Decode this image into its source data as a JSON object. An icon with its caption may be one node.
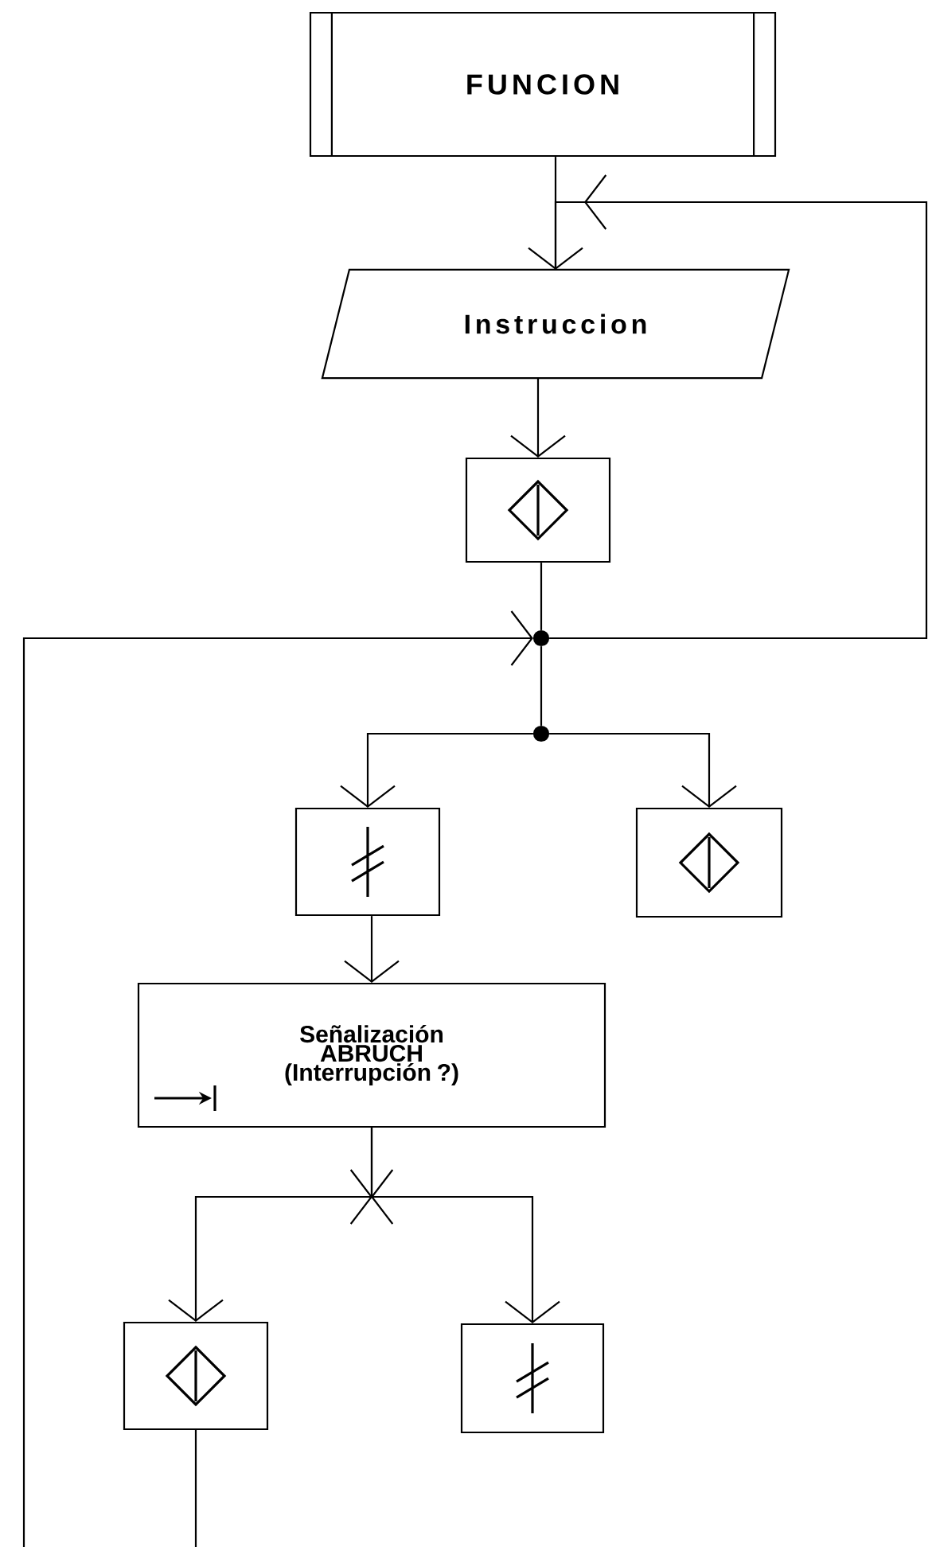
{
  "diagram": {
    "nodes": [
      {
        "text": [
          "FUNCION"
        ]
      },
      {
        "text": [
          "Instruccion"
        ]
      },
      {
        "text": [],
        "shape": "box"
      },
      {
        "text": [],
        "shape": "circle"
      },
      {
        "text": [],
        "shape": "circle"
      },
      {
        "text": [],
        "shape": "box"
      },
      {
        "text": [],
        "shape": "box"
      },
      {
        "text": [
          "Señalización ABRUCH (Interrupción ?)"
        ]
      },
      {
        "text": [],
        "shape": "box"
      },
      {
        "text": [],
        "shape": "box"
      }
    ],
    "edges": [
      {
        "from": 0,
        "to": 1,
        "arrow": "to"
      },
      {
        "from": 1,
        "to": 2,
        "arrow": "to"
      },
      {
        "from": 2,
        "to": 3,
        "arrow": "none"
      },
      {
        "from": 3,
        "to": 1,
        "arrow": "to"
      },
      {
        "from": null,
        "to": 3,
        "arrow": "to"
      },
      {
        "from": 3,
        "to": 4,
        "arrow": "none"
      },
      {
        "from": 4,
        "to": 5,
        "arrow": "to"
      },
      {
        "from": 4,
        "to": 6,
        "arrow": "to"
      },
      {
        "from": 5,
        "to": 7,
        "arrow": "to"
      },
      {
        "from": 7,
        "to": 8,
        "arrow": "to"
      },
      {
        "from": 7,
        "to": 9,
        "arrow": "to"
      },
      {
        "from": 8,
        "to": null,
        "arrow": "none"
      }
    ]
  }
}
